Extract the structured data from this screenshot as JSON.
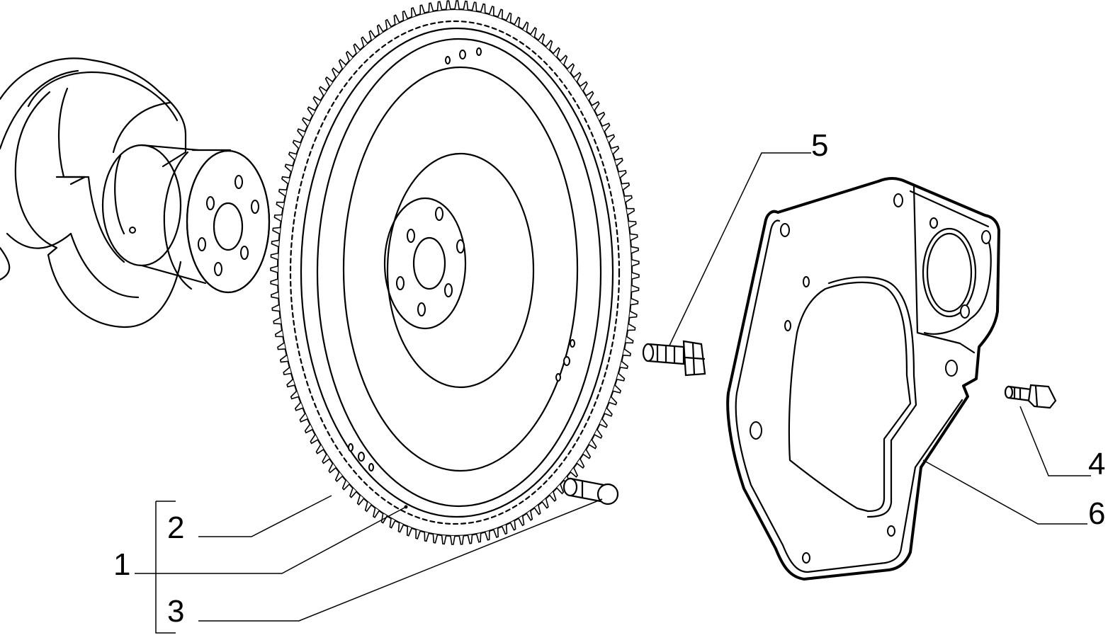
{
  "labels": {
    "l1": "1",
    "l2": "2",
    "l3": "3",
    "l4": "4",
    "l5": "5",
    "l6": "6"
  },
  "parts": {
    "crankshaft": "crankshaft-flange-drawing",
    "flywheel": "flywheel-ring-gear-drawing",
    "dowel": "dowel-pin-drawing",
    "bolt_5": "flywheel-bolt-drawing",
    "bolt_4": "plate-bolt-drawing",
    "plate": "engine-rear-plate-drawing"
  },
  "colors": {
    "ink": "#000000",
    "paper": "#ffffff"
  }
}
